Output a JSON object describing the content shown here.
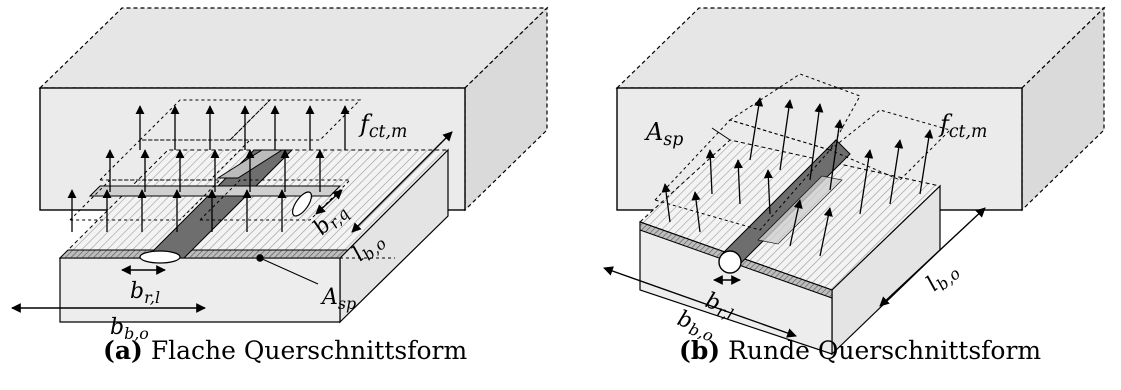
{
  "panels": [
    {
      "id": "a",
      "caption_letter": "(a)",
      "caption_text": "Flache Querschnittsform",
      "labels": {
        "stress": "f_{ct,m}",
        "width_bar": "b_{r,q}",
        "length": "l_{b,o}",
        "width_bar_l": "b_{r,l}",
        "area": "A_{sp}",
        "width": "b_{b,o}"
      }
    },
    {
      "id": "b",
      "caption_letter": "(b)",
      "caption_text": "Runde Querschnittsform",
      "labels": {
        "area": "A_{sp}",
        "stress": "f_{ct,m}",
        "length": "l_{b,o}",
        "width_bar_l": "b_{r,l}",
        "width": "b_{b,o}"
      }
    }
  ],
  "colors": {
    "block_face": "#ebebeb",
    "block_top": "#e2e2e2",
    "hatch": "#9a9a9a",
    "rebar_dark": "#6e6e6e",
    "rebar_light": "#cfcfcf"
  }
}
